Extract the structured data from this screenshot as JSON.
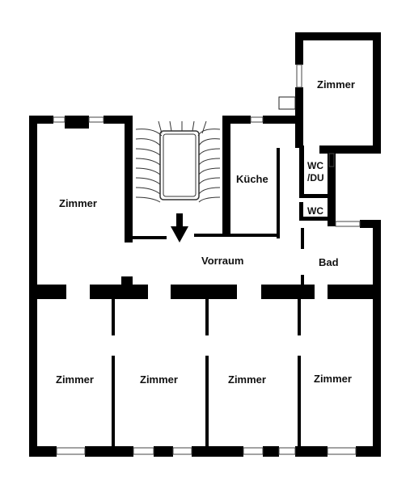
{
  "rooms": {
    "zimmer_top_right": "Zimmer",
    "zimmer_left": "Zimmer",
    "kueche": "Küche",
    "wc_du_line1": "WC",
    "wc_du_line2": "/DU",
    "wc": "WC",
    "vorraum": "Vorraum",
    "bad": "Bad",
    "zimmer_bottom_1": "Zimmer",
    "zimmer_bottom_2": "Zimmer",
    "zimmer_bottom_3": "Zimmer",
    "zimmer_bottom_4": "Zimmer"
  },
  "colors": {
    "wall": "#000000",
    "background": "#ffffff"
  },
  "icons": {
    "entrance": "entrance-arrow-icon",
    "stairs": "staircase-icon"
  }
}
